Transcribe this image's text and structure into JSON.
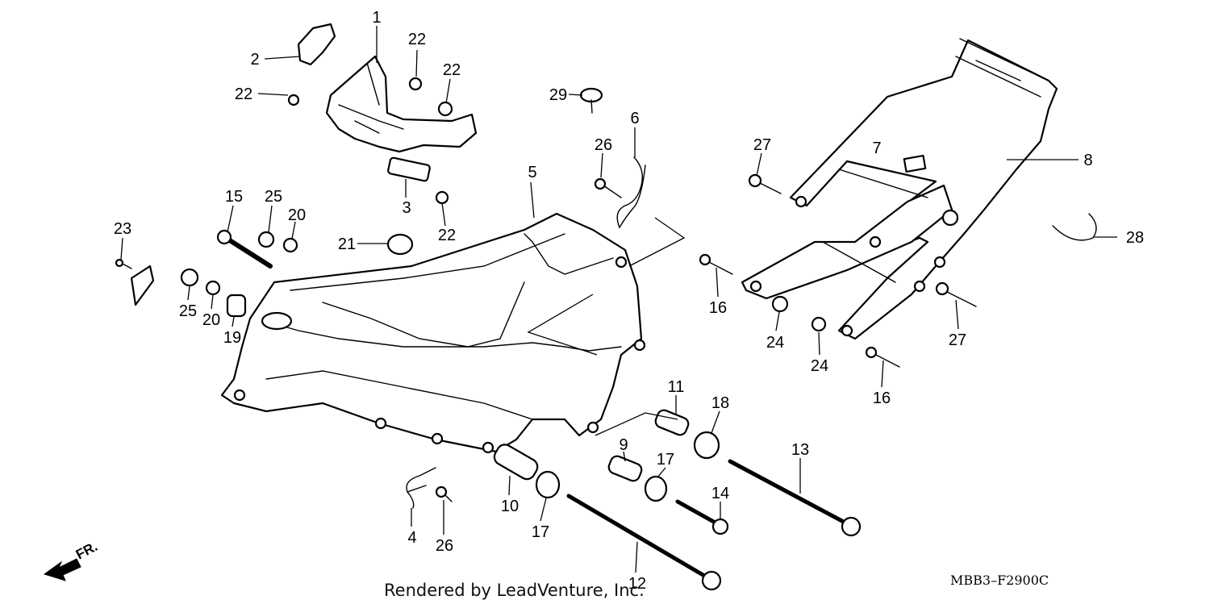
{
  "callouts": [
    "1",
    "2",
    "22",
    "22",
    "22",
    "22",
    "29",
    "6",
    "26",
    "3",
    "5",
    "7",
    "27",
    "8",
    "28",
    "15",
    "25",
    "20",
    "23",
    "21",
    "25",
    "20",
    "19",
    "16",
    "24",
    "27",
    "24",
    "16",
    "11",
    "18",
    "9",
    "17",
    "13",
    "10",
    "17",
    "14",
    "4",
    "26",
    "12"
  ],
  "footer": {
    "credit": "Rendered by LeadVenture, Inc.",
    "code": "MBB3–F2900C"
  },
  "direction_label": "FR."
}
